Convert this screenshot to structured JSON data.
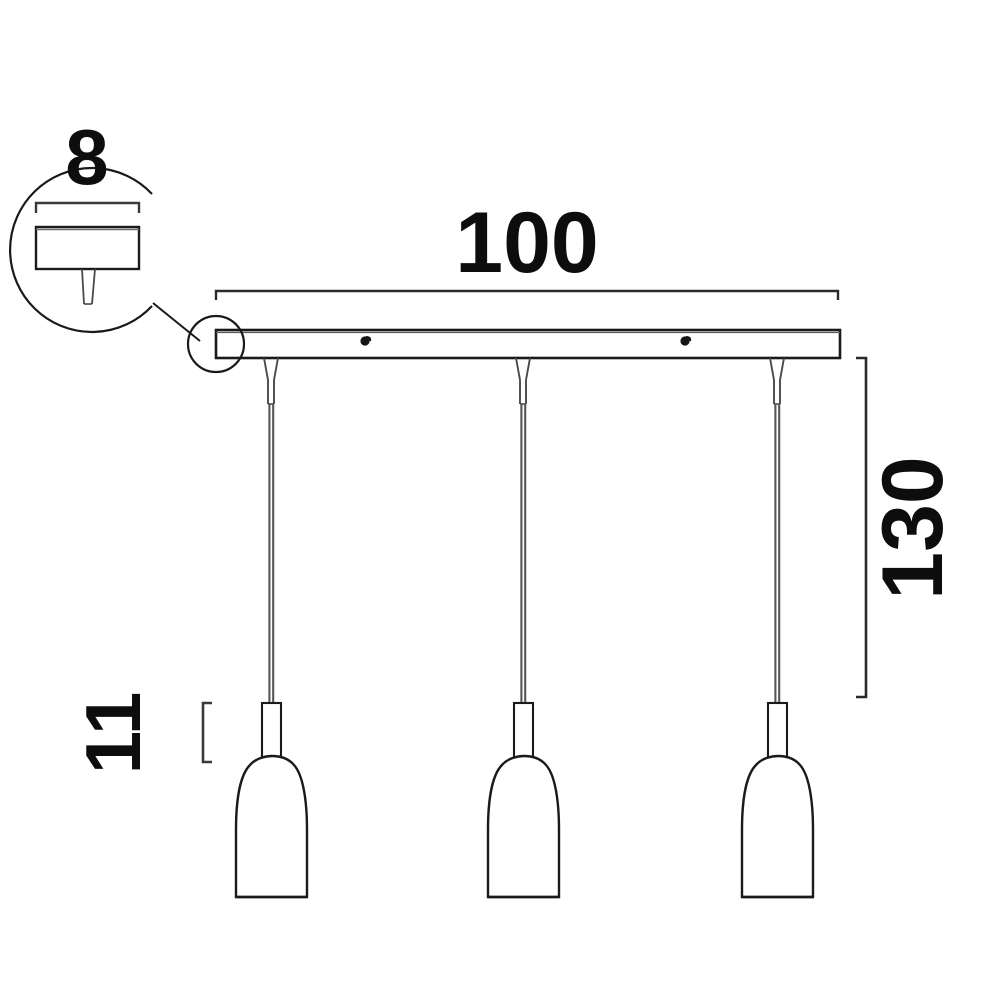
{
  "drawing": {
    "type": "technical-dimension-drawing",
    "subject": "3-light linear bar pendant lamp",
    "background_color": "#ffffff",
    "line_color": "#1a1a1a",
    "text_color": "#0d0d0d",
    "units": "cm"
  },
  "dimensions": {
    "bar_length": {
      "label": "100",
      "description": "overall length of the mounting bar",
      "orientation": "horizontal",
      "position": "above-bar"
    },
    "total_drop": {
      "label": "130",
      "description": "overall drop height from bar to shade area",
      "orientation": "vertical-rotated",
      "position": "right-side"
    },
    "shade_holder": {
      "label": "11",
      "description": "lamp holder / socket height",
      "orientation": "vertical-rotated",
      "position": "left-of-first-shade"
    },
    "canopy_width": {
      "label": "8",
      "description": "canopy box width shown in detail callout",
      "orientation": "horizontal",
      "position": "detail-circle-top"
    }
  },
  "detail_callout": {
    "name": "canopy-detail",
    "shape": "circle",
    "contents": "canopy mounting box with cable exit",
    "leader": "line from detail circle to indicator circle on bar left end"
  },
  "components": {
    "mount_bar": {
      "name": "linear mounting bar",
      "screw_marks": 2
    },
    "pendants": [
      {
        "name": "pendant-left",
        "shade": "bell glass shade",
        "holder": "two-stage tube"
      },
      {
        "name": "pendant-center",
        "shade": "bell glass shade",
        "holder": "two-stage tube"
      },
      {
        "name": "pendant-right",
        "shade": "bell glass shade",
        "holder": "two-stage tube"
      }
    ]
  }
}
